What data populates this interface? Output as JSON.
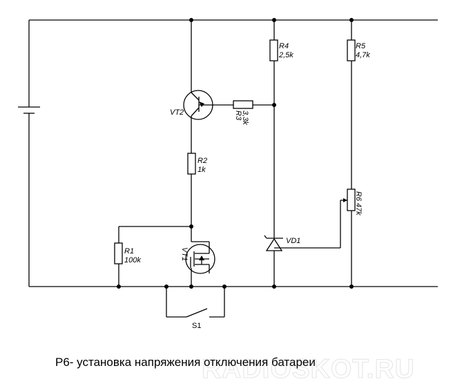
{
  "diagram": {
    "components": {
      "R4": {
        "name": "R4",
        "value": "2,5k"
      },
      "R5": {
        "name": "R5",
        "value": "4,7k"
      },
      "R3": {
        "name": "R3",
        "value": "3,3k"
      },
      "R2": {
        "name": "R2",
        "value": "1k"
      },
      "R1": {
        "name": "R1",
        "value": "100k"
      },
      "R6": {
        "name": "R6",
        "value": "47k"
      },
      "VT1": {
        "name": "VT1"
      },
      "VT2": {
        "name": "VT2"
      },
      "VD1": {
        "name": "VD1"
      },
      "S1": {
        "name": "S1"
      }
    },
    "caption": "Р6- установка напряжения отключения батареи",
    "watermark": "RADIOSKOT.RU"
  }
}
